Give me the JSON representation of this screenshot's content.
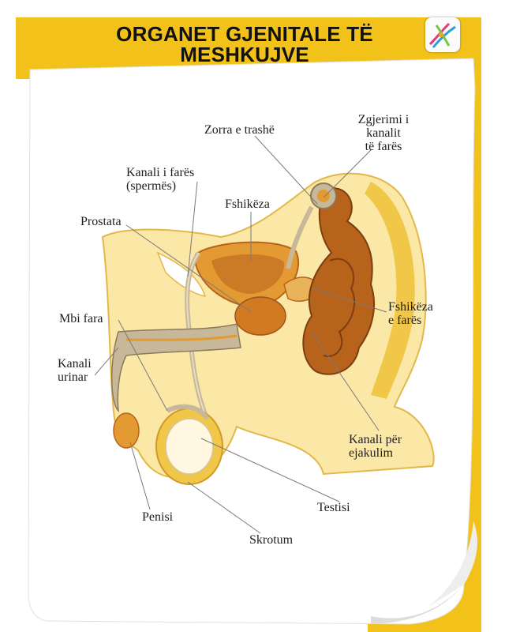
{
  "title": {
    "line1": "ORGANET GJENITALE TË",
    "line2": "MESHKUJVE"
  },
  "labels": {
    "zorra": "Zorra e trashë",
    "zgjerimi_1": "Zgjerimi i",
    "zgjerimi_2": "kanalit",
    "zgjerimi_3": "të farës",
    "kanali_fares_1": "Kanali i farës",
    "kanali_fares_2": "(spermës)",
    "fshikeza": "Fshikëza",
    "prostata": "Prostata",
    "mbi_fara": "Mbi fara",
    "fshikeza_fares_1": "Fshikëza",
    "fshikeza_fares_2": "e farës",
    "kanali_urinar_1": "Kanali",
    "kanali_urinar_2": "urinar",
    "kanali_ejakulim_1": "Kanali për",
    "kanali_ejakulim_2": "ejakulim",
    "testisi": "Testisi",
    "penisi": "Penisi",
    "skrotum": "Skrotum"
  },
  "colors": {
    "poster_yellow": "#f2c21b",
    "skin": "#fbe7a6",
    "skin_dark": "#f1c74a",
    "organ_brown": "#b8631b",
    "organ_light": "#e39a33",
    "tube_gray": "#c7b89a"
  }
}
